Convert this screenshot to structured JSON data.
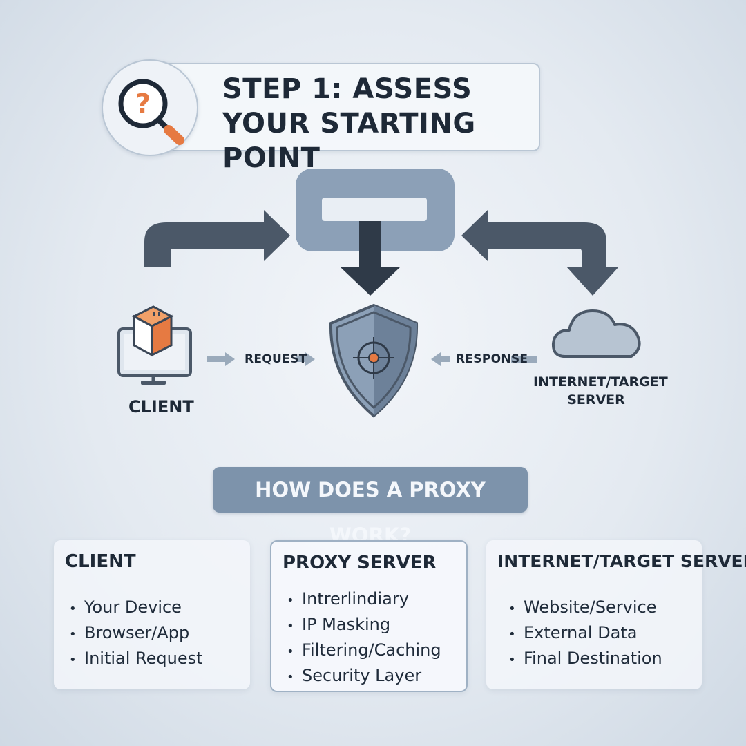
{
  "header": {
    "title_line1": "STEP 1: ASSESS",
    "title_line2": "YOUR STARTING POINT",
    "badge_glyph": "?"
  },
  "diagram": {
    "request_label": "REQUEST",
    "response_label": "RESPONSE",
    "client_label": "CLIENT",
    "server_label_line1": "INTERNET/TARGET",
    "server_label_line2": "SERVER"
  },
  "banner": {
    "text": "HOW DOES A PROXY WORK?"
  },
  "cards": [
    {
      "title": "CLIENT",
      "items": [
        "Your Device",
        "Browser/App",
        "Initial Request"
      ]
    },
    {
      "title": "PROXY SERVER",
      "items": [
        "Intrerlindiary",
        "IP Masking",
        "Filtering/Caching",
        "Security Layer"
      ]
    },
    {
      "title": "INTERNET/TARGET SERVER",
      "items": [
        "Website/Service",
        "External Data",
        "Final Destination"
      ]
    }
  ],
  "colors": {
    "dark_slate": "#4b5868",
    "steel": "#8ca0b7",
    "accent_orange": "#e67a42",
    "navy": "#1e2937"
  },
  "icons": [
    "search-question-icon",
    "monitor-box-icon",
    "shield-target-icon",
    "cloud-icon"
  ]
}
